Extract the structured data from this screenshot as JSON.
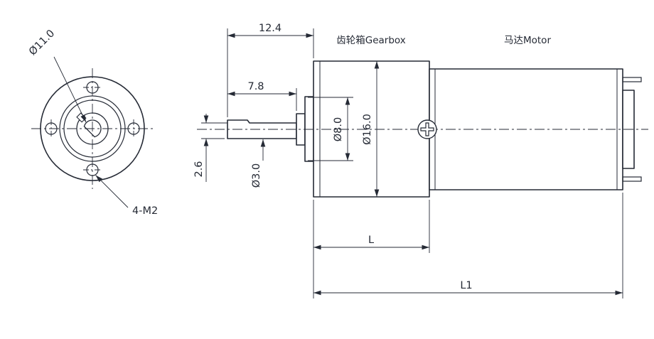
{
  "ink_color": "#252a35",
  "front_view": {
    "boss_diameter_label": "Ø11.0",
    "mounting_holes_label": "4-M2"
  },
  "side_view": {
    "gearbox_section_label": "齿轮箱Gearbox",
    "motor_section_label": "马达Motor",
    "dimensions": {
      "shaft_length": "12.4",
      "shaft_flat_length": "7.8",
      "shaft_flat_width": "2.6",
      "shaft_diameter": "Ø3.0",
      "front_boss_diameter": "Ø8.0",
      "body_diameter": "Ø16.0",
      "gearbox_length_label": "L",
      "total_length_label": "L1"
    }
  }
}
